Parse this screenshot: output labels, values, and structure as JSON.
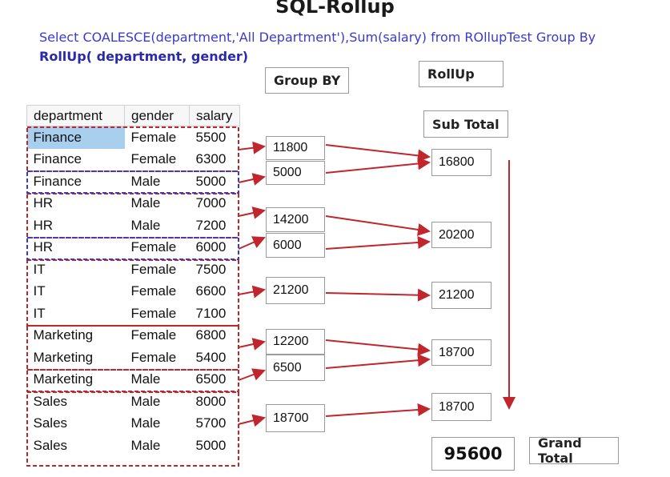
{
  "title": "SQL-Rollup",
  "query": {
    "line1": "Select COALESCE(department,'All Department'),Sum(salary) from ROllupTest Group By",
    "line2_bold": "RollUp( department, gender)"
  },
  "labels": {
    "group_by": "Group BY",
    "rollup": "RollUp",
    "sub_total": "Sub Total",
    "grand_total": "Grand Total"
  },
  "table": {
    "headers": [
      "department",
      "gender",
      "salary"
    ],
    "rows": [
      [
        "Finance",
        "Female",
        "5500"
      ],
      [
        "Finance",
        "Female",
        "6300"
      ],
      [
        "Finance",
        "Male",
        "5000"
      ],
      [
        "HR",
        "Male",
        "7000"
      ],
      [
        "HR",
        "Male",
        "7200"
      ],
      [
        "HR",
        "Female",
        "6000"
      ],
      [
        "IT",
        "Female",
        "7500"
      ],
      [
        "IT",
        "Female",
        "6600"
      ],
      [
        "IT",
        "Female",
        "7100"
      ],
      [
        "Marketing",
        "Female",
        "6800"
      ],
      [
        "Marketing",
        "Female",
        "5400"
      ],
      [
        "Marketing",
        "Male",
        "6500"
      ],
      [
        "Sales",
        "Male",
        "8000"
      ],
      [
        "Sales",
        "Male",
        "5700"
      ],
      [
        "Sales",
        "Male",
        "5000"
      ]
    ]
  },
  "group_by_values": [
    "11800",
    "5000",
    "14200",
    "6000",
    "21200",
    "12200",
    "6500",
    "18700"
  ],
  "sub_totals": [
    "16800",
    "20200",
    "21200",
    "18700",
    "18700"
  ],
  "grand_total": "95600",
  "colors": {
    "red": "#c0262c",
    "blue": "#3a3acf"
  }
}
